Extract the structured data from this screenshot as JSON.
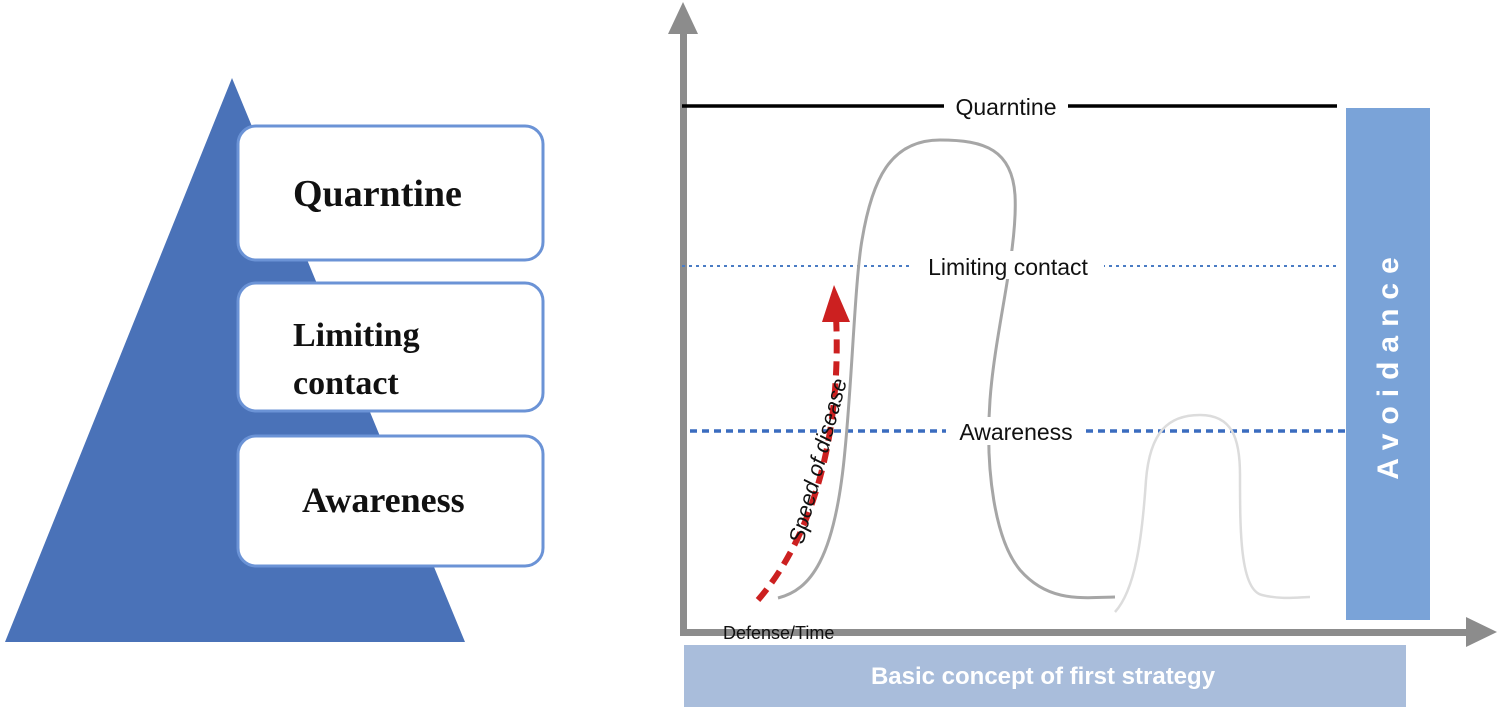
{
  "pyramid": {
    "levels": [
      {
        "label_lines": [
          "Quarntine"
        ]
      },
      {
        "label_lines": [
          "Limiting",
          "contact"
        ]
      },
      {
        "label_lines": [
          "Awareness"
        ]
      }
    ]
  },
  "graph": {
    "lines": [
      {
        "label": "Quarntine",
        "style": "solid",
        "color": "#000000"
      },
      {
        "label": "Limiting contact",
        "style": "dotted",
        "color": "#4a7cc4"
      },
      {
        "label": "Awareness",
        "style": "dashed",
        "color": "#3a6cbf"
      }
    ],
    "arrow_label": "Speed of disease",
    "x_axis_label": "Defense/Time",
    "side_bar_label": "Avoidance",
    "bottom_bar_label": "Basic concept of first strategy"
  },
  "colors": {
    "pyramid": "#4a72b8",
    "box_border": "#6b93d6",
    "axis": "#8c8c8c",
    "curve": "#a6a6a6",
    "curve_faint": "#dcdcdc",
    "arrow": "#cc2020",
    "side_bar": "#7aa3d8",
    "bottom_bar": "#a9bddb"
  }
}
